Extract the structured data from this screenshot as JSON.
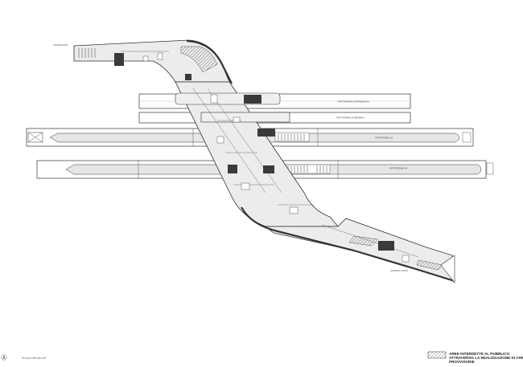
{
  "drawing": {
    "entrance_north_label": "ACCESSO EST",
    "entrance_south_label": "ACCESSO OVEST",
    "platform_labels": [
      "PIATTAFORMA SOPRAELEVATA",
      "PIATTAFORMA INTERMEDIA",
      "PIATTAFORMA 1/2",
      "PIATTAFORMA 3/4"
    ]
  },
  "legend": {
    "lines": [
      "AREE INTERDETTE AL PUBBLICO",
      "ATTRAVERSO LA REALIZZAZIONE DI CHIUSURE",
      "PROVVISORIE"
    ],
    "hatch_color": "#555555"
  },
  "colors": {
    "line": "#333333",
    "fill": "#e6e6e6",
    "dark": "#3a3a3a"
  }
}
